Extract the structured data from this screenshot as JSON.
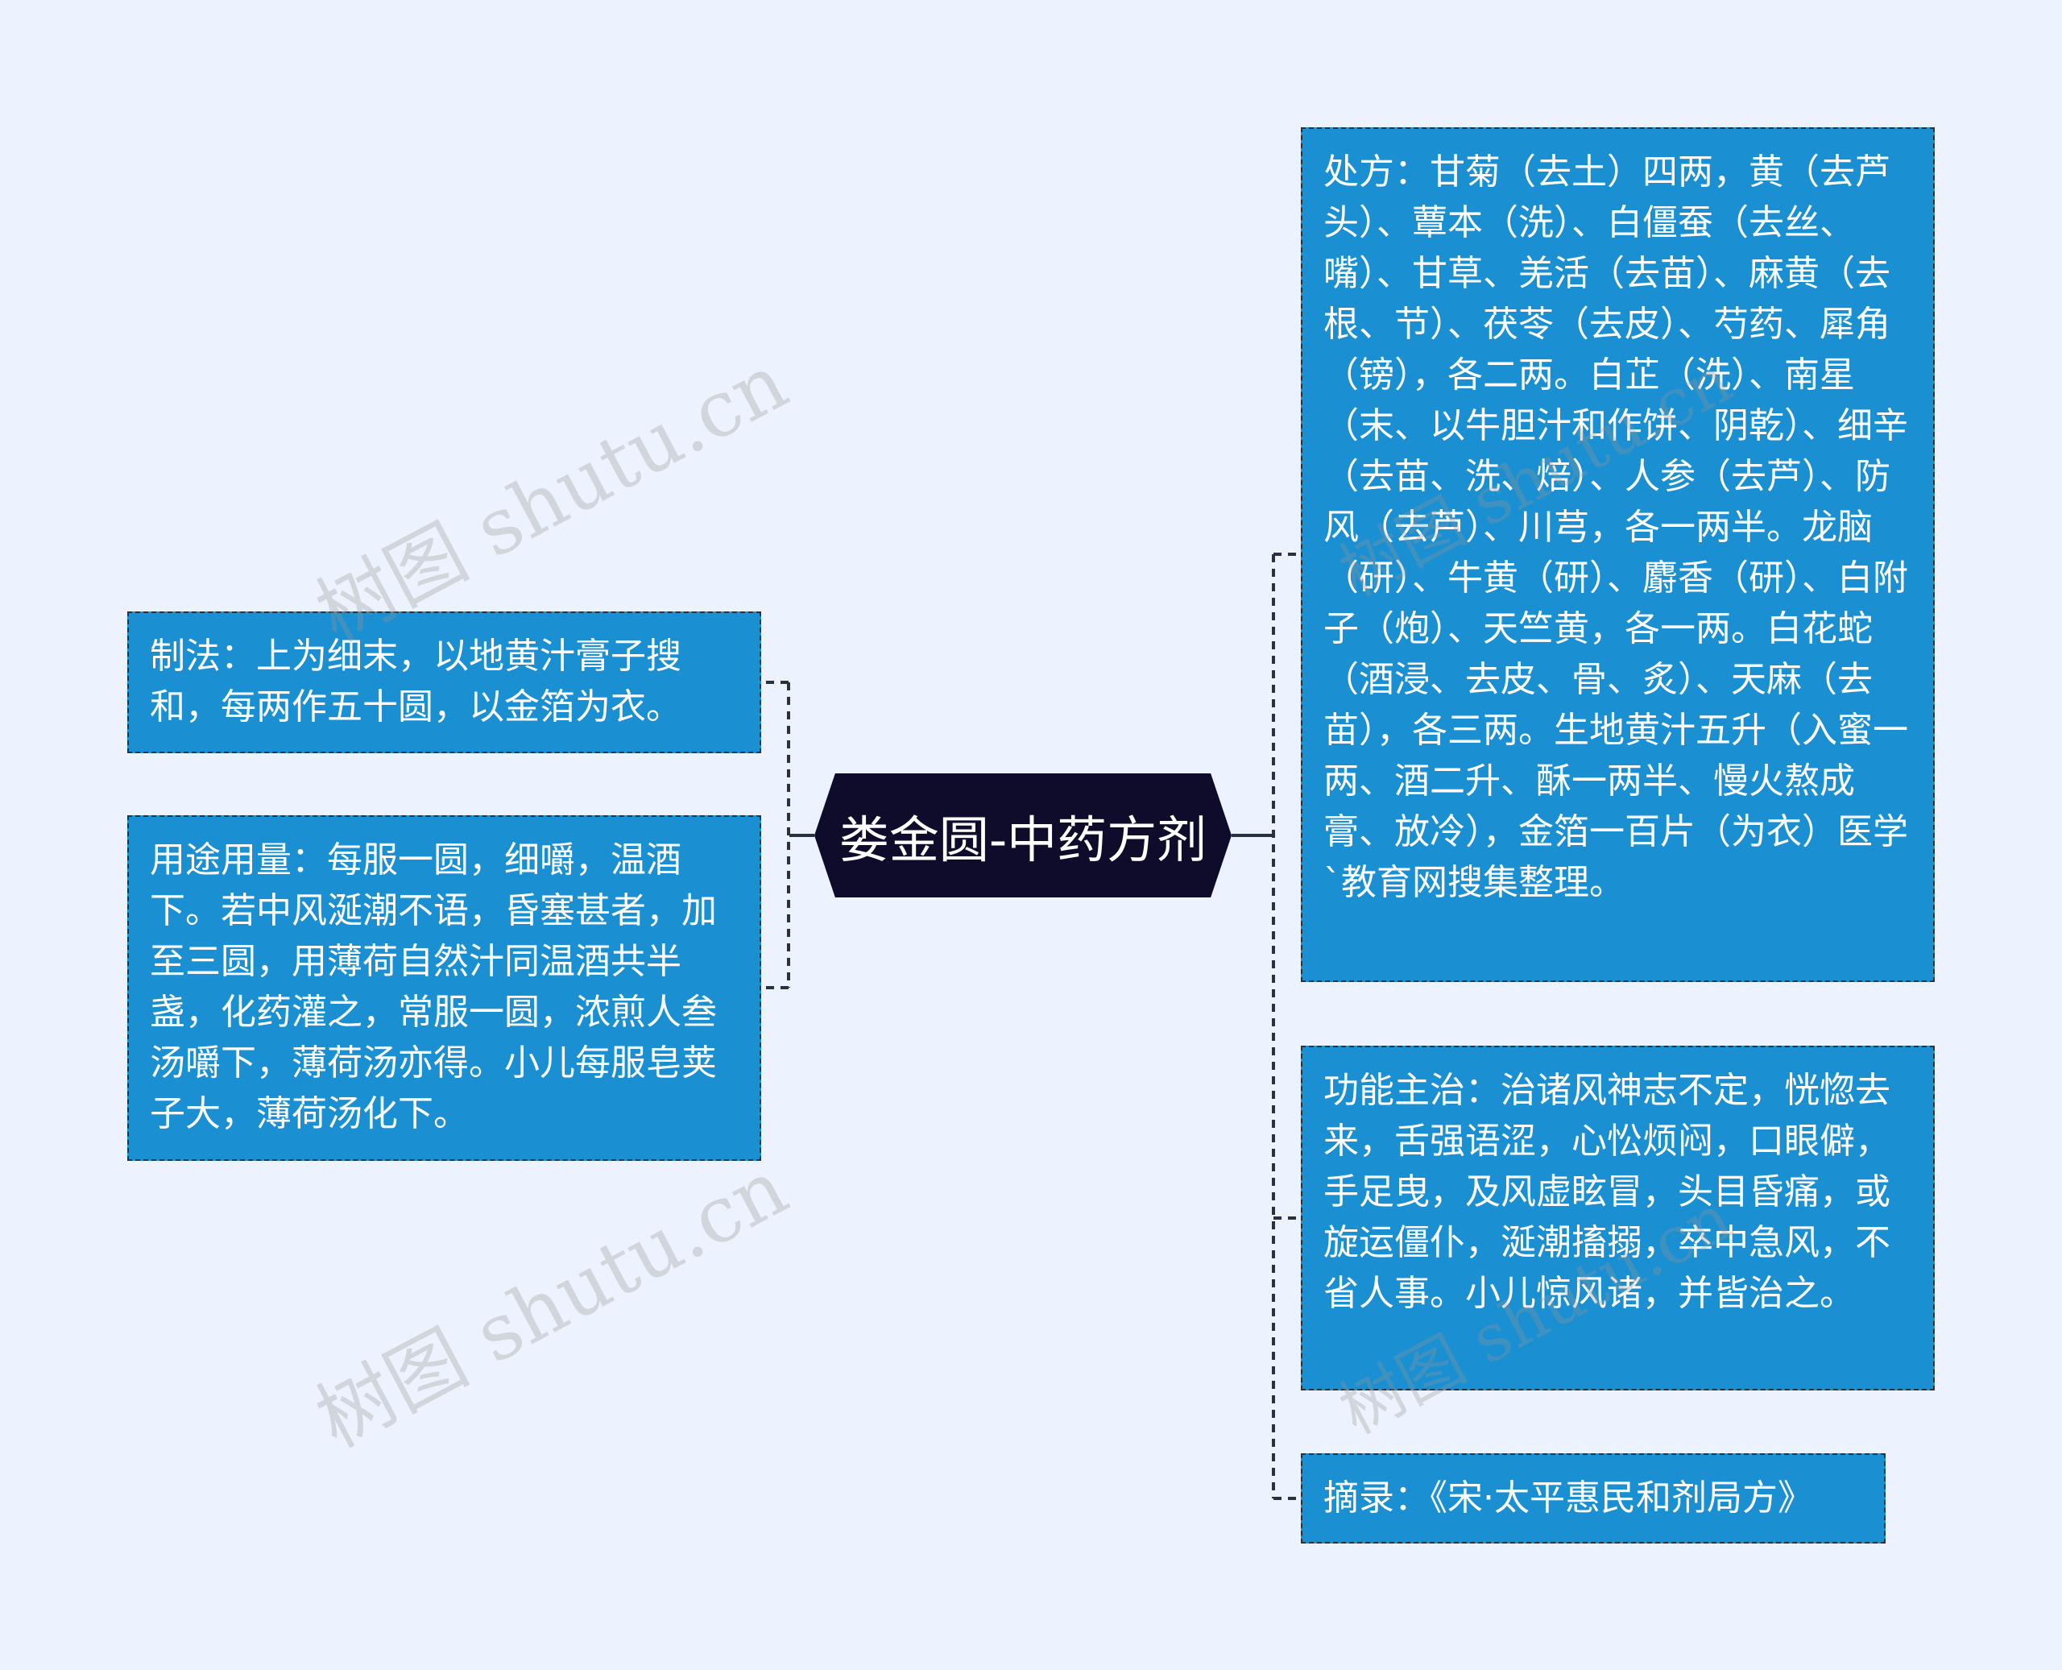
{
  "center": {
    "title": "娄金圆-中药方剂"
  },
  "left": [
    {
      "text": "制法：上为细末，以地黄汁膏子搜和，每两作五十圆，以金箔为衣。"
    },
    {
      "text": "用途用量：每服一圆，细嚼，温酒下。若中风涎潮不语，昏塞甚者，加至三圆，用薄荷自然汁同温酒共半盏，化药灌之，常服一圆，浓煎人叁汤嚼下，薄荷汤亦得。小儿每服皂荚子大，薄荷汤化下。"
    }
  ],
  "right": [
    {
      "text": "处方：甘菊（去土）四两，黄（去芦头）、蕈本（洗）、白僵蚕（去丝、嘴）、甘草、羌活（去苗）、麻黄（去根、节）、茯苓（去皮）、芍药、犀角（镑），各二两。白芷（洗）、南星（末、以牛胆汁和作饼、阴乾）、细辛（去苗、洗、焙）、人参（去芦）、防风（去芦）、川芎，各一两半。龙脑（研）、牛黄（研）、麝香（研）、白附子（炮）、天竺黄，各一两。白花蛇（酒浸、去皮、骨、炙）、天麻（去苗），各三两。生地黄汁五升（入蜜一两、酒二升、酥一两半、慢火熬成膏、放冷），金箔一百片（为衣）医学`教育网搜集整理。"
    },
    {
      "text": "功能主治：治诸风神志不定，恍惚去来，舌强语涩，心忪烦闷，口眼僻，手足曳，及风虚眩冒，头目昏痛，或旋运僵仆，涎潮搐搦，卒中急风，不省人事。小儿惊风诸，并皆治之。"
    },
    {
      "text": "摘录：《宋·太平惠民和剂局方》"
    }
  ],
  "watermark": "树图 shutu.cn",
  "colors": {
    "background": "#edf3fe",
    "card": "#1a90d3",
    "center": "#0f0b2b",
    "connector": "#27323c"
  }
}
